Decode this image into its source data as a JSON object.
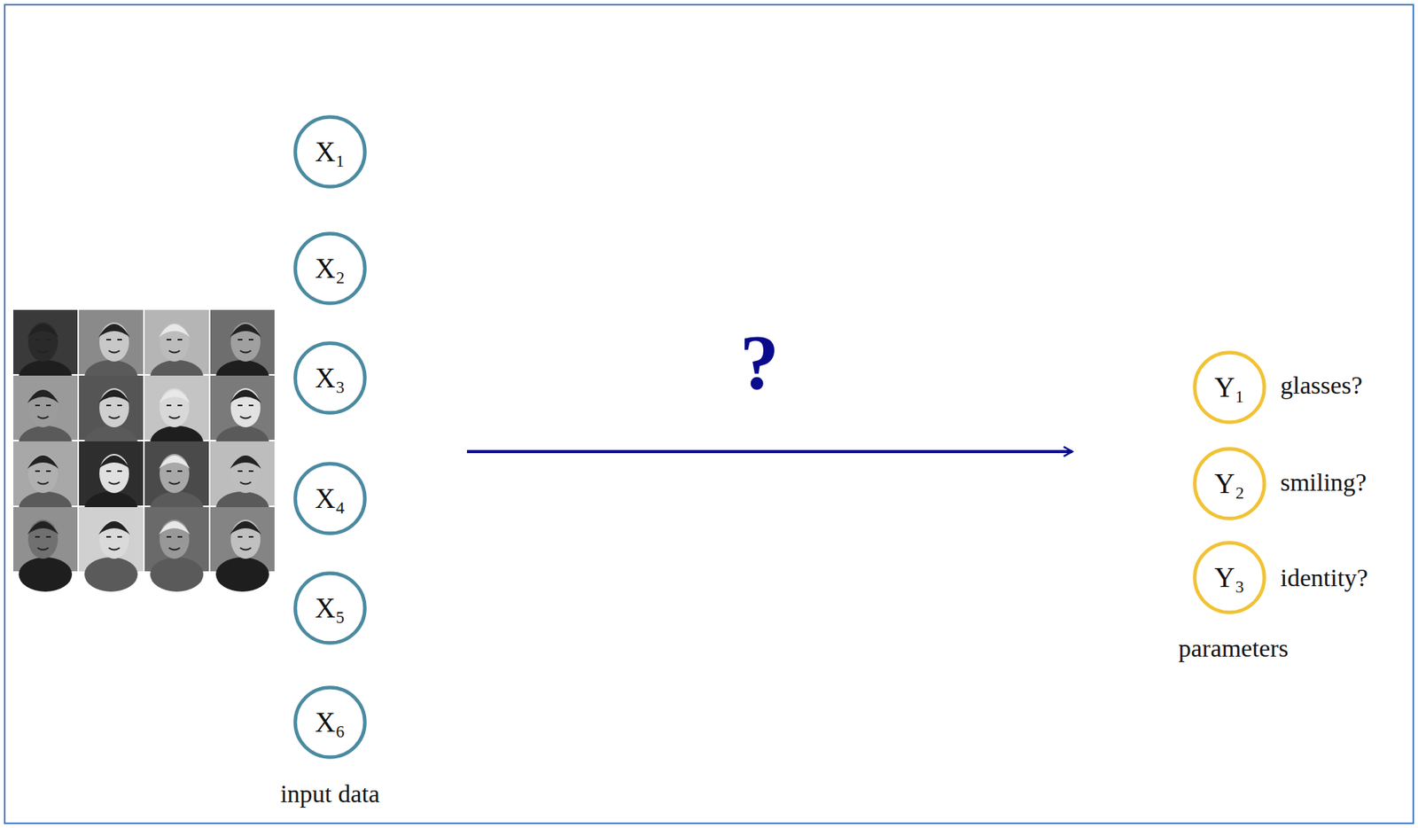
{
  "diagram": {
    "nodes": [
      {
        "text": [
          "X₁"
        ]
      },
      {
        "text": [
          "X₂"
        ]
      },
      {
        "text": [
          "X₃"
        ]
      },
      {
        "text": [
          "X₄"
        ]
      },
      {
        "text": [
          "X₅"
        ]
      },
      {
        "text": [
          "X₆"
        ]
      },
      {
        "text": [
          "Y₁"
        ]
      },
      {
        "text": [
          "Y₂"
        ]
      },
      {
        "text": [
          "Y₃"
        ]
      }
    ],
    "labels": [
      "input data",
      "?",
      "glasses?",
      "smiling?",
      "identity?",
      "parameters"
    ]
  }
}
